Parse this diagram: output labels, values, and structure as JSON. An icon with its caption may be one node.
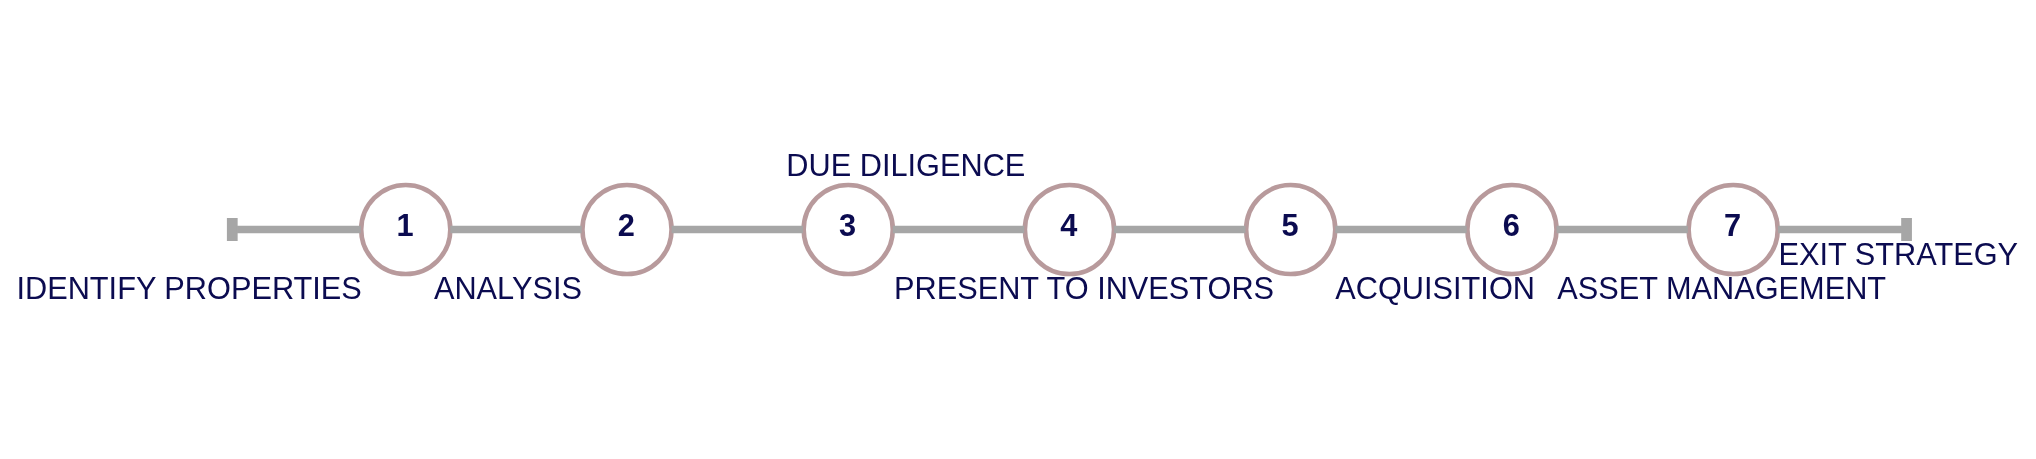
{
  "diagram": {
    "nodes": [
      {
        "text": [
          "1"
        ],
        "beside": [
          "IDENTIFY PROPERTIES"
        ]
      },
      {
        "text": [
          "2"
        ],
        "beside": [
          "ANALYSIS"
        ]
      },
      {
        "text": [
          "3"
        ],
        "beside": [
          "PRESENT TO INVESTORS"
        ]
      },
      {
        "text": [
          "4"
        ],
        "beside": [
          "DUE DILIGENCE"
        ]
      },
      {
        "text": [
          "5"
        ],
        "beside": [
          "ACQUISITION"
        ]
      },
      {
        "text": [
          "6"
        ],
        "beside": [
          "ASSET MANAGEMENT"
        ]
      },
      {
        "text": [
          "7"
        ],
        "beside": [
          "EXIT STRATEGY"
        ]
      }
    ],
    "edges": [
      {
        "from": null,
        "to": 0,
        "arrow": "other"
      },
      {
        "from": 0,
        "to": 1,
        "arrow": "none"
      },
      {
        "from": 1,
        "to": 2,
        "arrow": "none"
      },
      {
        "from": 2,
        "to": 3,
        "arrow": "none"
      },
      {
        "from": 3,
        "to": 4,
        "arrow": "none"
      },
      {
        "from": 4,
        "to": 5,
        "arrow": "none"
      },
      {
        "from": 5,
        "to": 6,
        "arrow": "none"
      },
      {
        "from": 6,
        "to": null,
        "arrow": "other"
      }
    ]
  }
}
